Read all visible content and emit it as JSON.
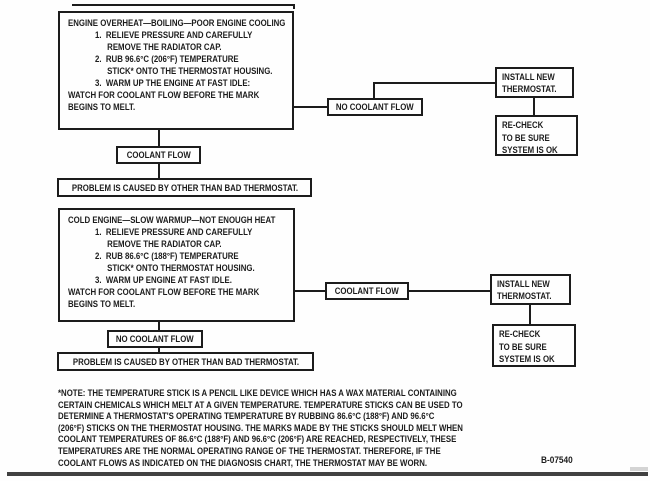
{
  "figure_code": "B-07540",
  "overheat_chart": {
    "title": "ENGINE OVERHEAT—BOILING—POOR ENGINE COOLING",
    "steps": [
      "1.  RELIEVE PRESSURE AND CAREFULLY\nREMOVE THE RADIATOR CAP.",
      "2.  RUB 96.6°C (206°F) TEMPERATURE\nSTICK* ONTO THE THERMOSTAT HOUSING.",
      "3.  WARM UP THE ENGINE AT FAST IDLE:"
    ],
    "watch": "WATCH FOR COOLANT FLOW BEFORE THE MARK\nBEGINS TO MELT.",
    "no_flow": "NO COOLANT FLOW",
    "flow": "COOLANT FLOW",
    "install": "INSTALL NEW\nTHERMOSTAT.",
    "recheck": "RE-CHECK\nTO BE SURE\nSYSTEM IS OK",
    "problem": "PROBLEM IS CAUSED BY OTHER THAN BAD THERMOSTAT."
  },
  "cold_engine_chart": {
    "title": "COLD ENGINE—SLOW WARMUP—NOT ENOUGH HEAT",
    "steps": [
      "1.  RELIEVE PRESSURE AND CAREFULLY\nREMOVE THE RADIATOR CAP.",
      "2.  RUB 86.6°C (188°F) TEMPERATURE\nSTICK* ONTO THERMOSTAT HOUSING.",
      "3.  WARM UP ENGINE AT FAST IDLE."
    ],
    "watch": "WATCH FOR COOLANT FLOW BEFORE THE MARK\nBEGINS TO MELT.",
    "flow": "COOLANT FLOW",
    "no_flow": "NO COOLANT FLOW",
    "install": "INSTALL NEW\nTHERMOSTAT.",
    "recheck": "RE-CHECK\nTO BE SURE\nSYSTEM IS OK",
    "problem": "PROBLEM IS CAUSED BY OTHER THAN BAD THERMOSTAT."
  },
  "footnote": "*NOTE: THE TEMPERATURE STICK IS A PENCIL LIKE DEVICE WHICH HAS A WAX MATERIAL CONTAINING\nCERTAIN CHEMICALS WHICH MELT AT A GIVEN TEMPERATURE. TEMPERATURE STICKS CAN BE USED TO\nDETERMINE A THERMOSTAT'S OPERATING TEMPERATURE BY RUBBING 86.6°C (188°F) AND 96.6°C\n(206°F) STICKS ON THE THERMOSTAT HOUSING. THE MARKS MADE BY THE STICKS SHOULD MELT WHEN\nCOOLANT TEMPERATURES OF 86.6°C (188°F) AND 96.6°C (206°F) ARE REACHED, RESPECTIVELY, THESE\nTEMPERATURES ARE THE NORMAL OPERATING RANGE OF THE THERMOSTAT. THEREFORE, IF THE\nCOOLANT FLOWS AS INDICATED ON THE DIAGNOSIS CHART, THE THERMOSTAT MAY BE WORN."
}
